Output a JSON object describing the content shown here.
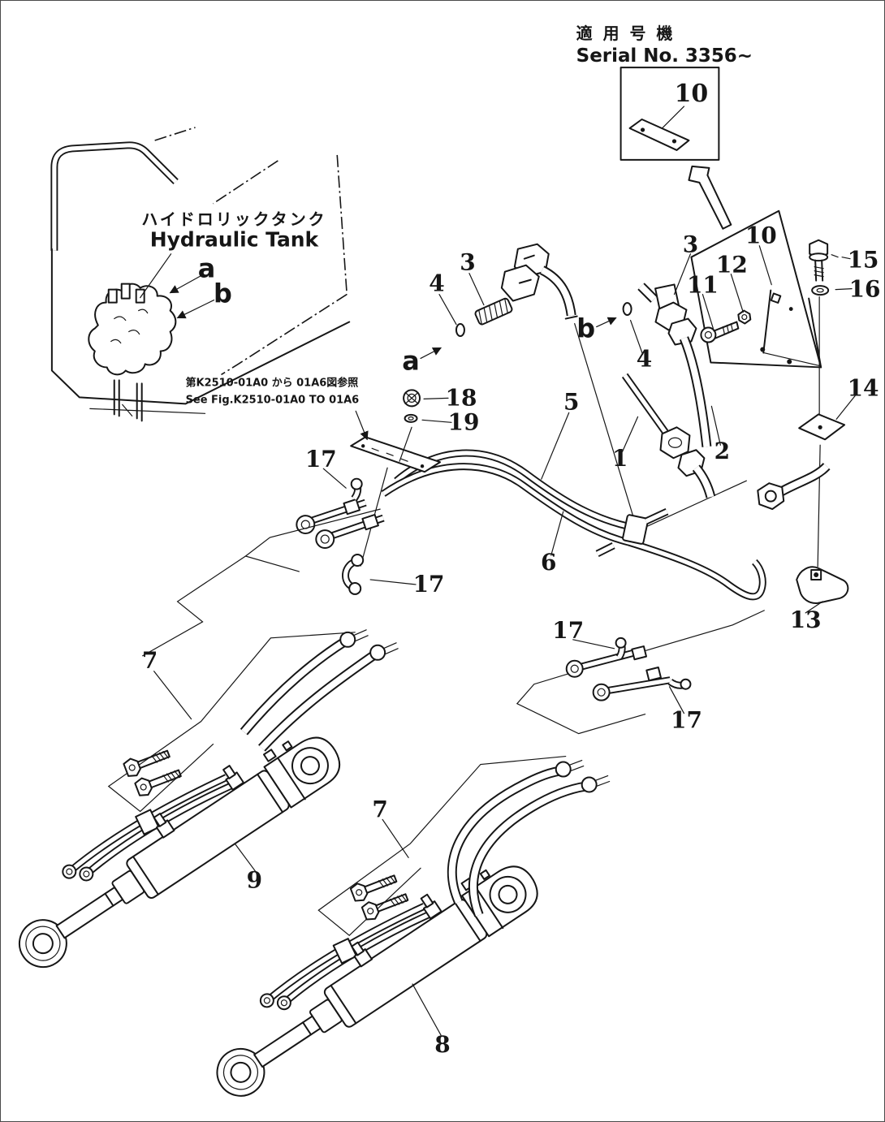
{
  "figure": {
    "paper_color": "#ffffff",
    "ink_color": "#161616",
    "header": {
      "applicable_serial_jp": "適 用 号 機",
      "serial_number": "Serial No. 3356~"
    },
    "tank": {
      "label_jp": "ハイドロリックタンク",
      "label_en": "Hydraulic Tank"
    },
    "reference": {
      "line_jp": "第K2510-01A0 から 01A6図参照",
      "line_en": "See Fig.K2510-01A0 TO 01A6"
    },
    "callouts": [
      {
        "label": "10"
      },
      {
        "label": "3"
      },
      {
        "label": "4"
      },
      {
        "label": "a"
      },
      {
        "label": "b"
      },
      {
        "label": "4"
      },
      {
        "label": "3"
      },
      {
        "label": "11"
      },
      {
        "label": "12"
      },
      {
        "label": "10"
      },
      {
        "label": "15"
      },
      {
        "label": "16"
      },
      {
        "label": "14"
      },
      {
        "label": "18"
      },
      {
        "label": "19"
      },
      {
        "label": "17"
      },
      {
        "label": "17"
      },
      {
        "label": "5"
      },
      {
        "label": "1"
      },
      {
        "label": "2"
      },
      {
        "label": "6"
      },
      {
        "label": "13"
      },
      {
        "label": "17"
      },
      {
        "label": "17"
      },
      {
        "label": "7"
      },
      {
        "label": "9"
      },
      {
        "label": "7"
      },
      {
        "label": "8"
      },
      {
        "label": "a"
      },
      {
        "label": "b"
      }
    ]
  }
}
